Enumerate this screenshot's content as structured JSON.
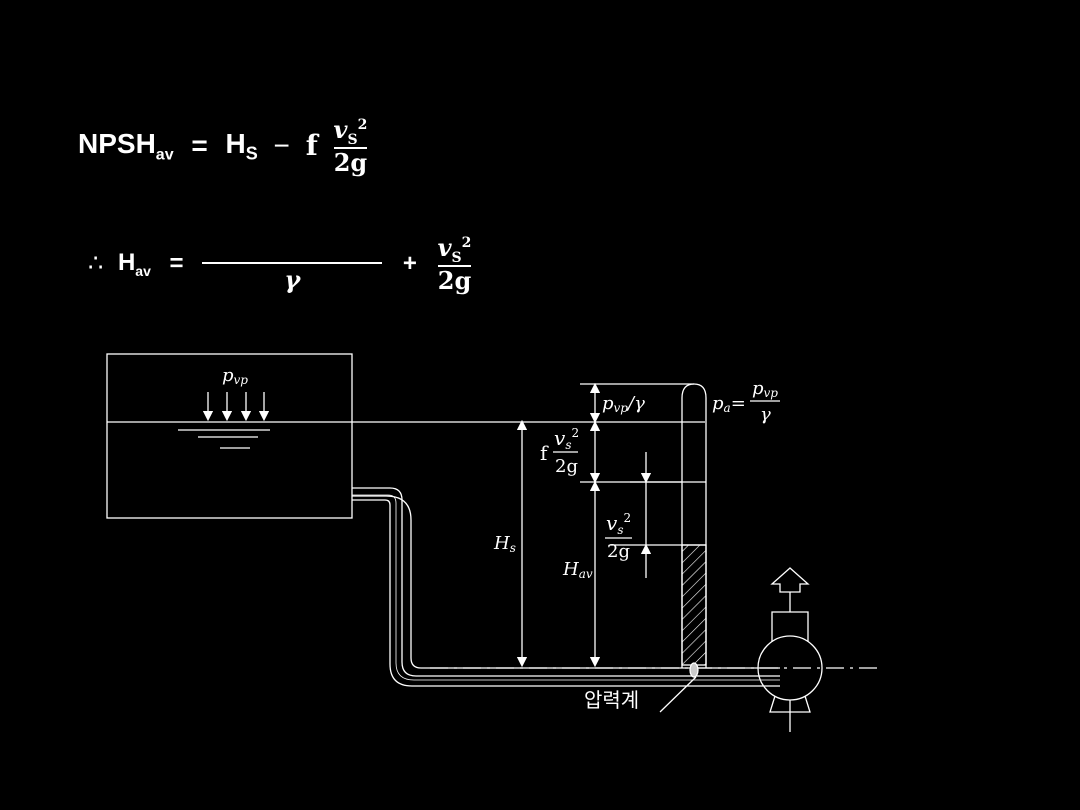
{
  "equation1": {
    "lhs": "NPSH",
    "lhs_sub": "av",
    "equals": "=",
    "term1": "H",
    "term1_sub": "S",
    "minus": "−",
    "coef": "f",
    "num_var": "v",
    "num_sub": "S",
    "num_exp": "2",
    "den": "2g"
  },
  "equation2": {
    "therefore": "∴",
    "lhs": "H",
    "lhs_sub": "av",
    "equals": "=",
    "den_gamma": "γ",
    "plus": "+",
    "num_var": "v",
    "num_sub": "S",
    "num_exp": "2",
    "den": "2g"
  },
  "diagram": {
    "tank_pressure": "p",
    "tank_pressure_sub": "vp",
    "head_pvp_gamma": "p",
    "head_pvp_gamma_sub": "vp",
    "head_pvp_gamma_den": "/γ",
    "pa_label": "p",
    "pa_sub": "a",
    "pa_eq": "=",
    "pa_num": "p",
    "pa_num_sub": "vp",
    "pa_den": "γ",
    "friction_coef": "f",
    "v_var": "v",
    "v_sub": "s",
    "v_exp": "2",
    "den_2g": "2g",
    "hs_label": "H",
    "hs_sub": "s",
    "hav_label": "H",
    "hav_sub": "av",
    "gauge_label": "압력계"
  }
}
